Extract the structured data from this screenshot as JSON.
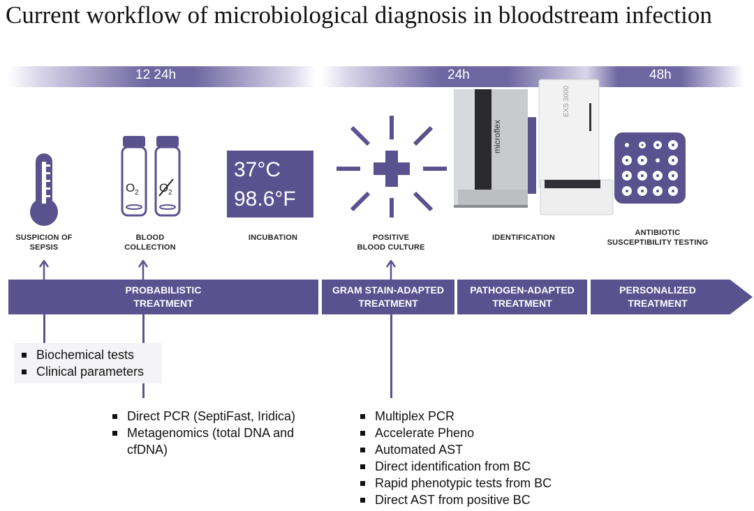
{
  "title": "Current workflow of microbiological diagnosis in bloodstream infection",
  "timeline": [
    "12 24h",
    "24h",
    "48h"
  ],
  "steps": [
    {
      "label1": "SUSPICION OF",
      "label2": "SEPSIS",
      "icon": "thermometer-icon"
    },
    {
      "label1": "BLOOD",
      "label2": "COLLECTION",
      "icon": "blood-vials-icon",
      "vial_left": "O2",
      "vial_right": "O2 crossed"
    },
    {
      "label1": "INCUBATION",
      "label2": "",
      "icon": "temperature-box",
      "temp_c": "37°C",
      "temp_f": "98.6°F"
    },
    {
      "label1": "POSITIVE",
      "label2": "BLOOD CULTURE",
      "icon": "burst-icon"
    },
    {
      "label1": "IDENTIFICATION",
      "label2": "",
      "icon": "mass-spectrometer-icon",
      "device1": "microflex",
      "device2": "EXS 3000"
    },
    {
      "label1": "ANTIBIOTIC",
      "label2": "SUSCEPTIBILITY TESTING",
      "icon": "well-plate-icon"
    }
  ],
  "treatments": [
    {
      "line1": "PROBABILISTIC",
      "line2": "TREATMENT"
    },
    {
      "line1": "GRAM STAIN-ADAPTED",
      "line2": "TREATMENT"
    },
    {
      "line1": "PATHOGEN-ADAPTED",
      "line2": "TREATMENT"
    },
    {
      "line1": "PERSONALIZED",
      "line2": "TREATMENT"
    }
  ],
  "notes_a": [
    "Biochemical tests",
    "Clinical parameters"
  ],
  "notes_b": [
    "Direct PCR (SeptiFast, Iridica)",
    "Metagenomics (total DNA and cfDNA)"
  ],
  "notes_c": [
    "Multiplex PCR",
    "Accelerate Pheno",
    "Automated AST",
    "Direct identification from BC",
    "Rapid phenotypic tests from BC",
    "Direct AST from positive BC"
  ],
  "colors": {
    "primary": "#5a518f",
    "band_light": "#d9d6ea",
    "text": "#111111"
  }
}
